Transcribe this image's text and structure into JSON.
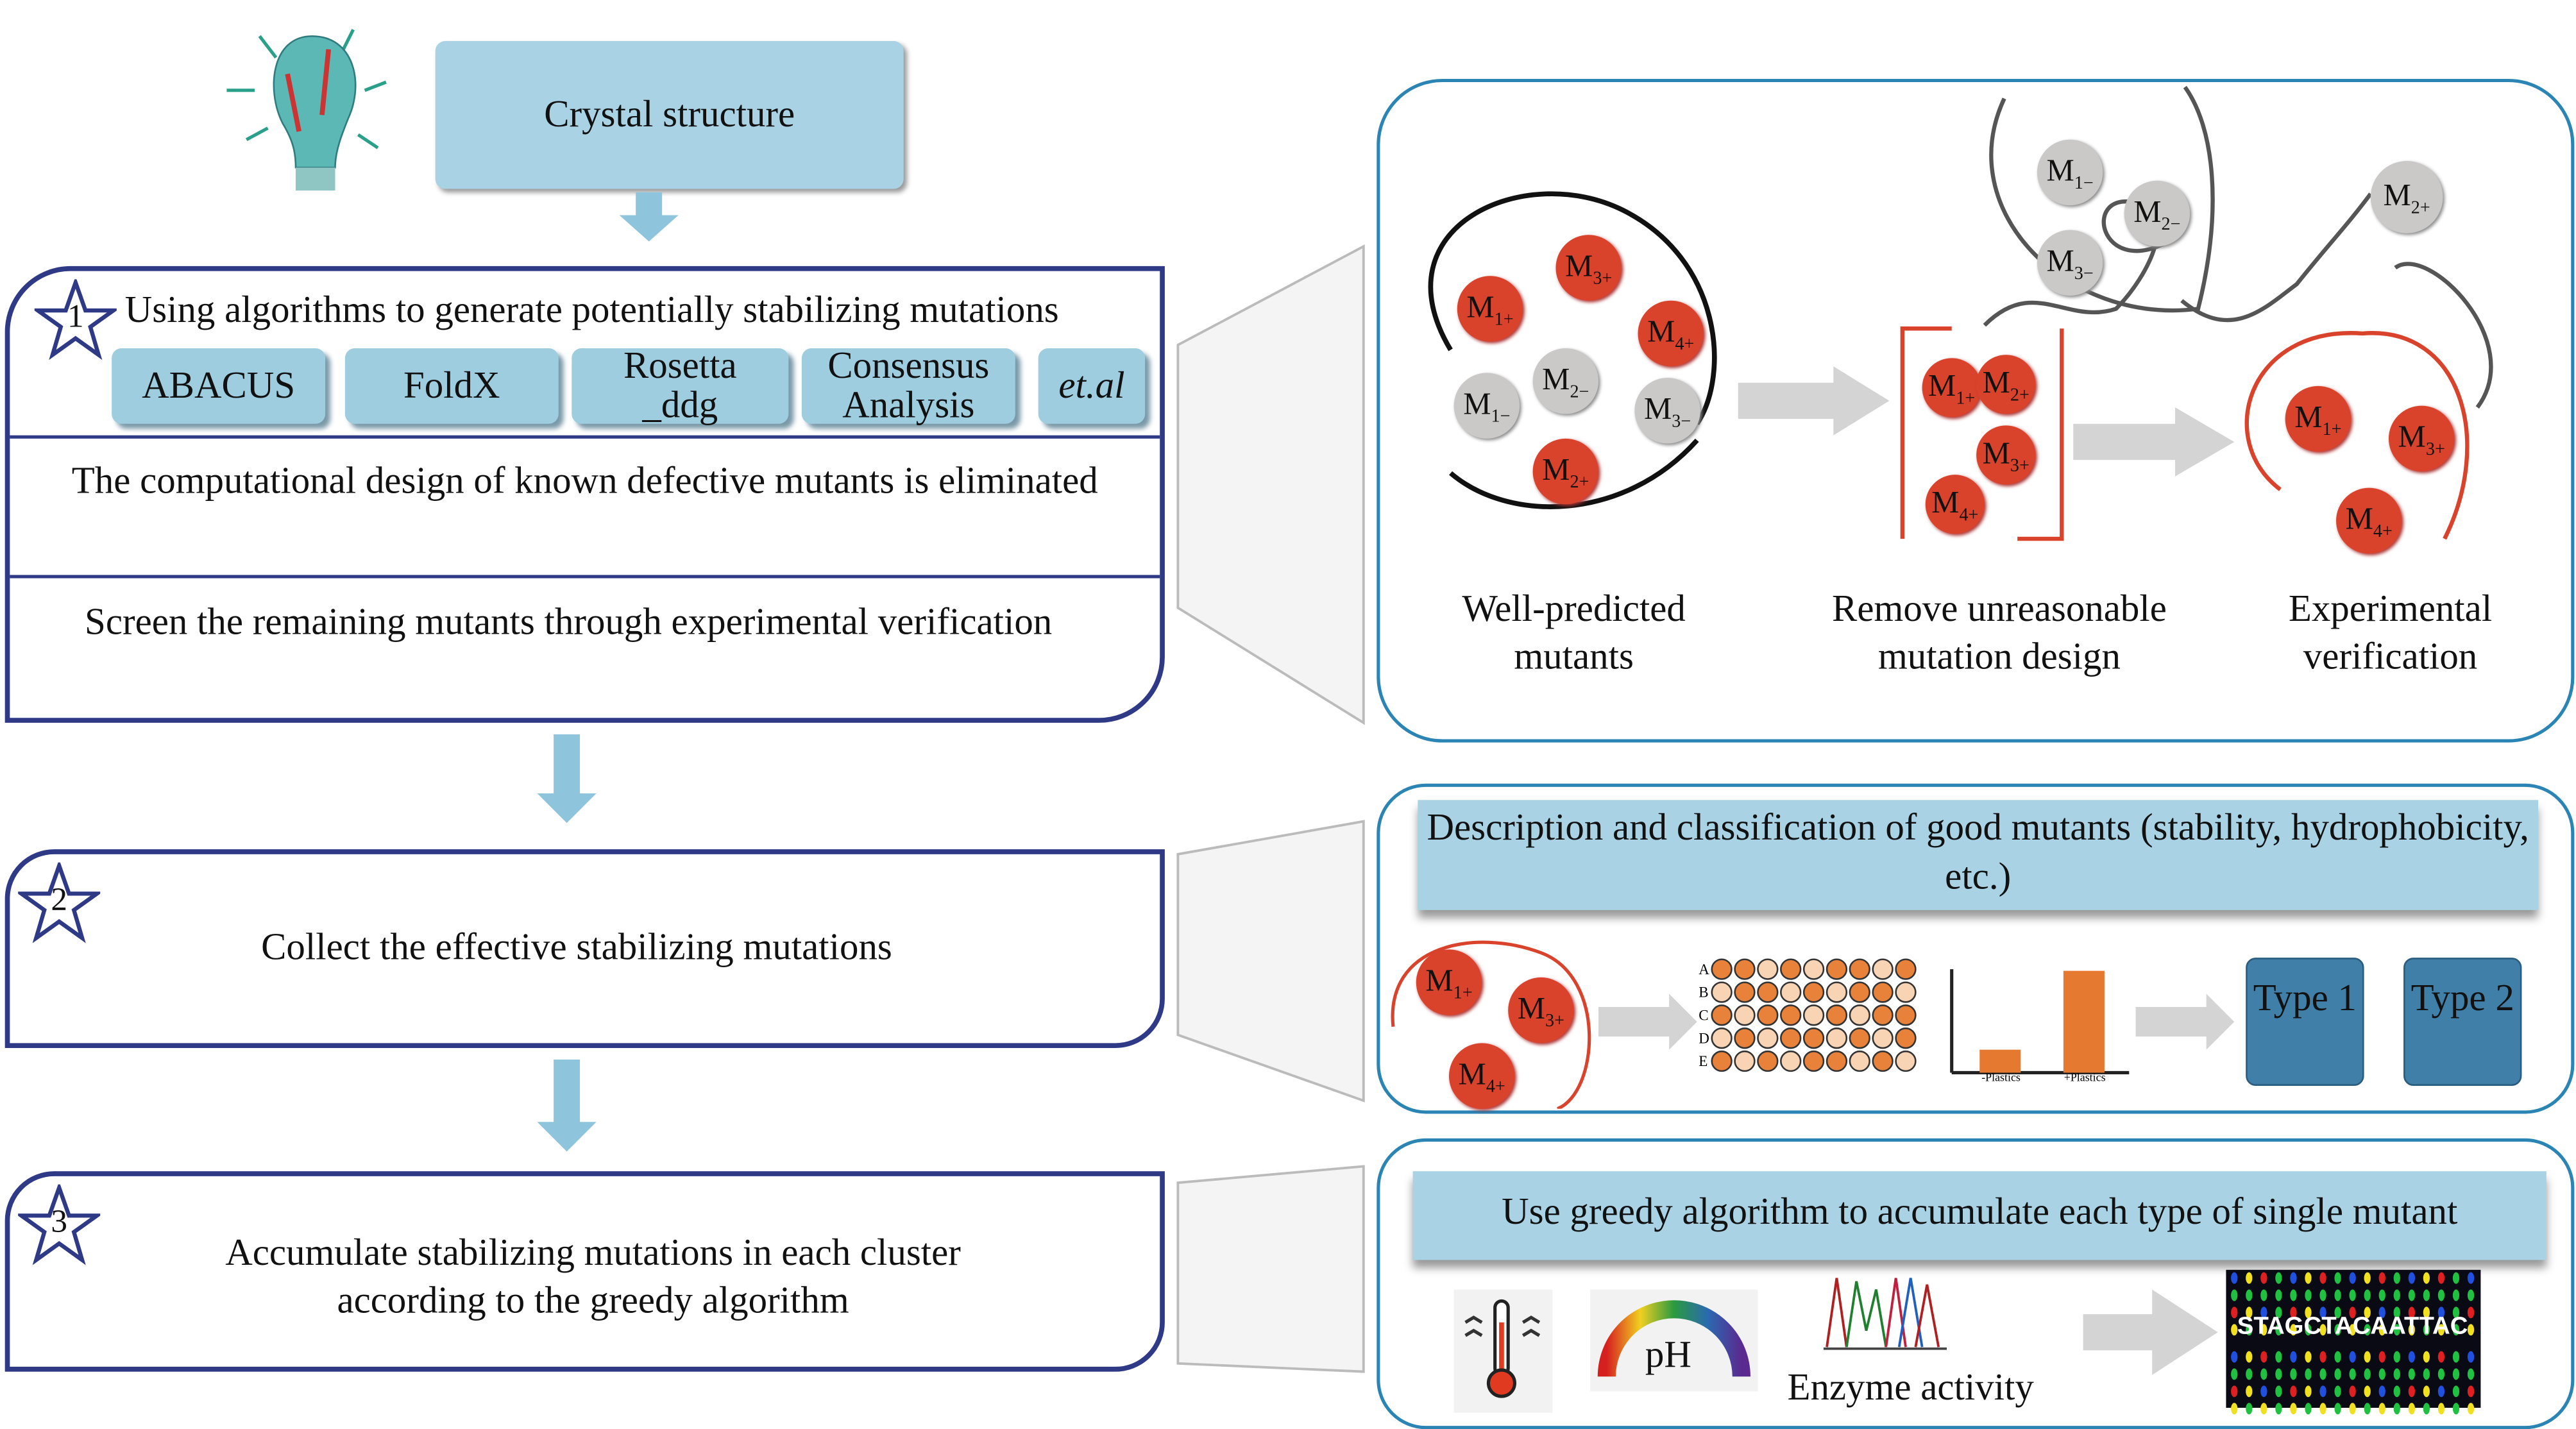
{
  "top": {
    "crystal_structure": "Crystal structure"
  },
  "step1": {
    "number": "1",
    "title": "Using algorithms to generate potentially stabilizing mutations",
    "tools": [
      "ABACUS",
      "FoldX",
      "Rosetta _ddg",
      "Consensus Analysis",
      "et.al"
    ],
    "line2": "The computational design of known defective mutants is eliminated",
    "line3": "Screen the remaining mutants through experimental verification"
  },
  "step2": {
    "number": "2",
    "text": "Collect the effective stabilizing mutations"
  },
  "step3": {
    "number": "3",
    "text": "Accumulate stabilizing mutations in each cluster according to the greedy algorithm"
  },
  "panel1": {
    "labels": [
      "Well-predicted mutants",
      "Remove unreasonable mutation design",
      "Experimental verification"
    ],
    "mutants": {
      "M1p": "M",
      "M2p": "M",
      "sub1p": "1+",
      "sub2p": "2+",
      "sub3p": "3+",
      "sub4p": "4+",
      "sub1m": "1−",
      "sub2m": "2−",
      "sub3m": "3−"
    }
  },
  "panel2": {
    "header": "Description and classification of good mutants (stability, hydrophobicity, etc.)",
    "plate_rows": [
      "A",
      "B",
      "C",
      "D",
      "E"
    ],
    "bar_labels": [
      "-Plastics",
      "+Plastics"
    ],
    "types": [
      "Type 1",
      "Type 2"
    ]
  },
  "panel3": {
    "header": "Use greedy algorithm to accumulate each type of single mutant",
    "ph": "pH",
    "enzyme": "Enzyme activity",
    "sequence": "STAGCTACAATTAC"
  },
  "colors": {
    "navy": "#2e3a86",
    "panel_border": "#2a84b4",
    "light_blue": "#a9d3e4",
    "mutant_red": "#d9432c",
    "mutant_gray": "#cbc8c8",
    "type_blue": "#3f7fa8"
  }
}
